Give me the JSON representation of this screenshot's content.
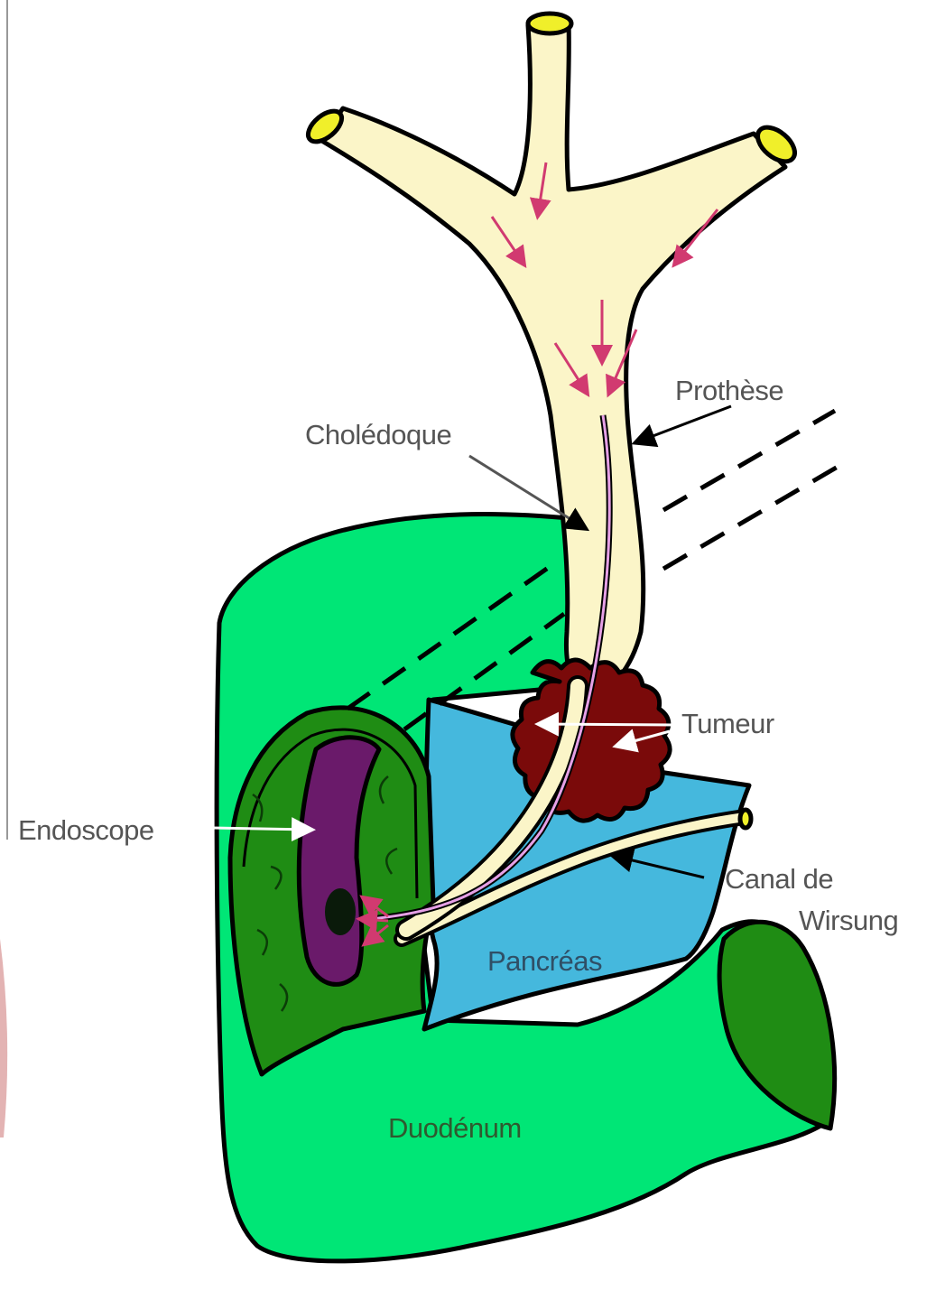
{
  "labels": {
    "choledoque": "Cholédoque",
    "prothese": "Prothèse",
    "tumeur": "Tumeur",
    "endoscope": "Endoscope",
    "canal_line1": "Canal de",
    "canal_line2": "Wirsung",
    "pancreas": "Pancréas",
    "duodenum": "Duodénum"
  },
  "colors": {
    "duodenum": "#00e676",
    "duodenum_inner": "#1f8c14",
    "pancreas": "#45b8dd",
    "tumor": "#7a0a0a",
    "bile_duct": "#fbf5c8",
    "duct_opening": "#f0ef2a",
    "endoscope": "#6a1a6a",
    "prosthesis": "#e6a0e6",
    "flow_arrows": "#d13a70"
  }
}
